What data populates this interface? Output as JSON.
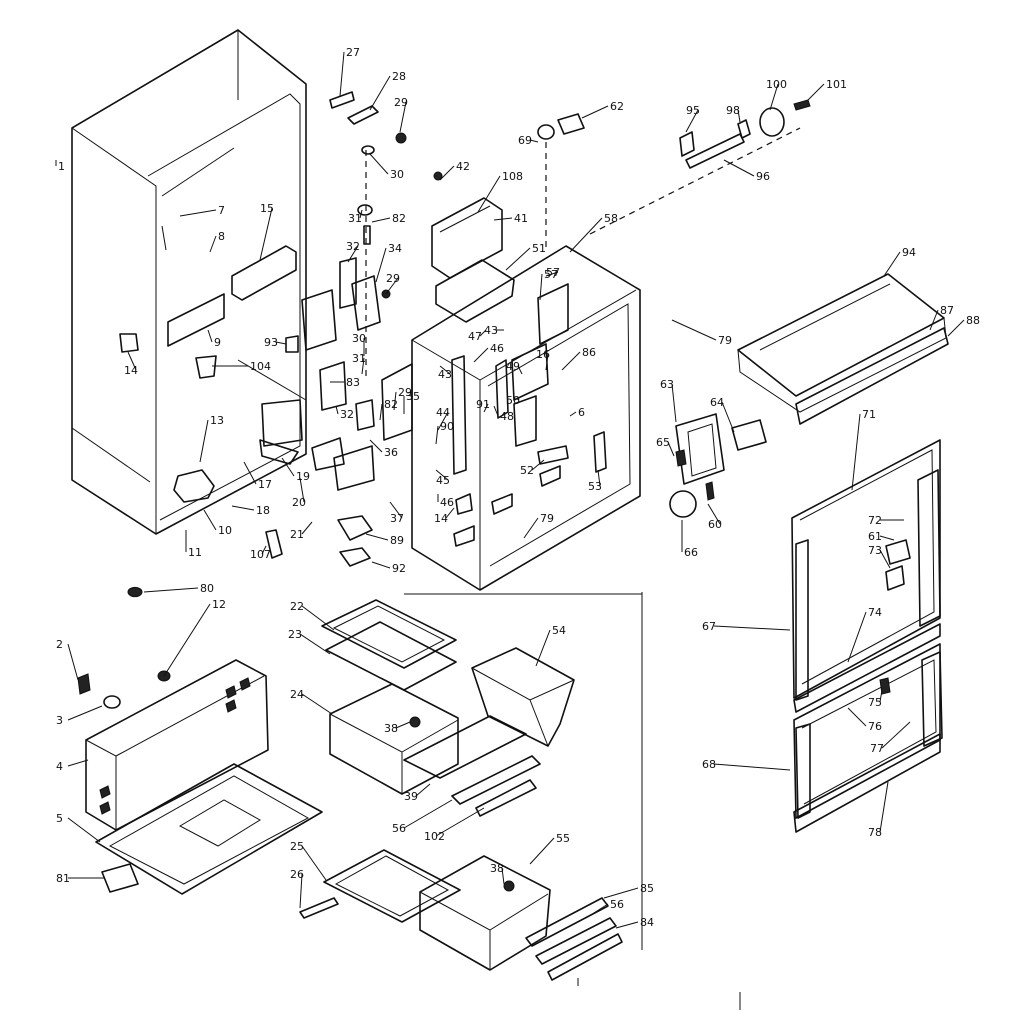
{
  "callouts": [
    {
      "label": "1"
    },
    {
      "label": "2"
    },
    {
      "label": "3"
    },
    {
      "label": "4"
    },
    {
      "label": "5"
    },
    {
      "label": "6"
    },
    {
      "label": "7"
    },
    {
      "label": "8"
    },
    {
      "label": "9"
    },
    {
      "label": "10"
    },
    {
      "label": "11"
    },
    {
      "label": "12"
    },
    {
      "label": "13"
    },
    {
      "label": "14"
    },
    {
      "label": "15"
    },
    {
      "label": "16"
    },
    {
      "label": "17"
    },
    {
      "label": "18"
    },
    {
      "label": "19"
    },
    {
      "label": "20"
    },
    {
      "label": "21"
    },
    {
      "label": "22"
    },
    {
      "label": "23"
    },
    {
      "label": "24"
    },
    {
      "label": "25"
    },
    {
      "label": "26"
    },
    {
      "label": "27"
    },
    {
      "label": "28"
    },
    {
      "label": "29"
    },
    {
      "label": "30"
    },
    {
      "label": "31"
    },
    {
      "label": "32"
    },
    {
      "label": "34"
    },
    {
      "label": "35"
    },
    {
      "label": "36"
    },
    {
      "label": "37"
    },
    {
      "label": "38"
    },
    {
      "label": "39"
    },
    {
      "label": "41"
    },
    {
      "label": "42"
    },
    {
      "label": "43"
    },
    {
      "label": "44"
    },
    {
      "label": "45"
    },
    {
      "label": "46"
    },
    {
      "label": "47"
    },
    {
      "label": "48"
    },
    {
      "label": "49"
    },
    {
      "label": "50"
    },
    {
      "label": "51"
    },
    {
      "label": "52"
    },
    {
      "label": "53"
    },
    {
      "label": "54"
    },
    {
      "label": "55"
    },
    {
      "label": "56"
    },
    {
      "label": "57"
    },
    {
      "label": "58"
    },
    {
      "label": "60"
    },
    {
      "label": "61"
    },
    {
      "label": "62"
    },
    {
      "label": "63"
    },
    {
      "label": "64"
    },
    {
      "label": "65"
    },
    {
      "label": "66"
    },
    {
      "label": "67"
    },
    {
      "label": "68"
    },
    {
      "label": "69"
    },
    {
      "label": "71"
    },
    {
      "label": "72"
    },
    {
      "label": "73"
    },
    {
      "label": "74"
    },
    {
      "label": "75"
    },
    {
      "label": "76"
    },
    {
      "label": "77"
    },
    {
      "label": "78"
    },
    {
      "label": "79"
    },
    {
      "label": "80"
    },
    {
      "label": "81"
    },
    {
      "label": "82"
    },
    {
      "label": "83"
    },
    {
      "label": "84"
    },
    {
      "label": "85"
    },
    {
      "label": "86"
    },
    {
      "label": "87"
    },
    {
      "label": "88"
    },
    {
      "label": "89"
    },
    {
      "label": "90"
    },
    {
      "label": "91"
    },
    {
      "label": "92"
    },
    {
      "label": "93"
    },
    {
      "label": "94"
    },
    {
      "label": "95"
    },
    {
      "label": "96"
    },
    {
      "label": "98"
    },
    {
      "label": "100"
    },
    {
      "label": "101"
    },
    {
      "label": "102"
    },
    {
      "label": "104"
    },
    {
      "label": "107"
    },
    {
      "label": "108"
    }
  ]
}
